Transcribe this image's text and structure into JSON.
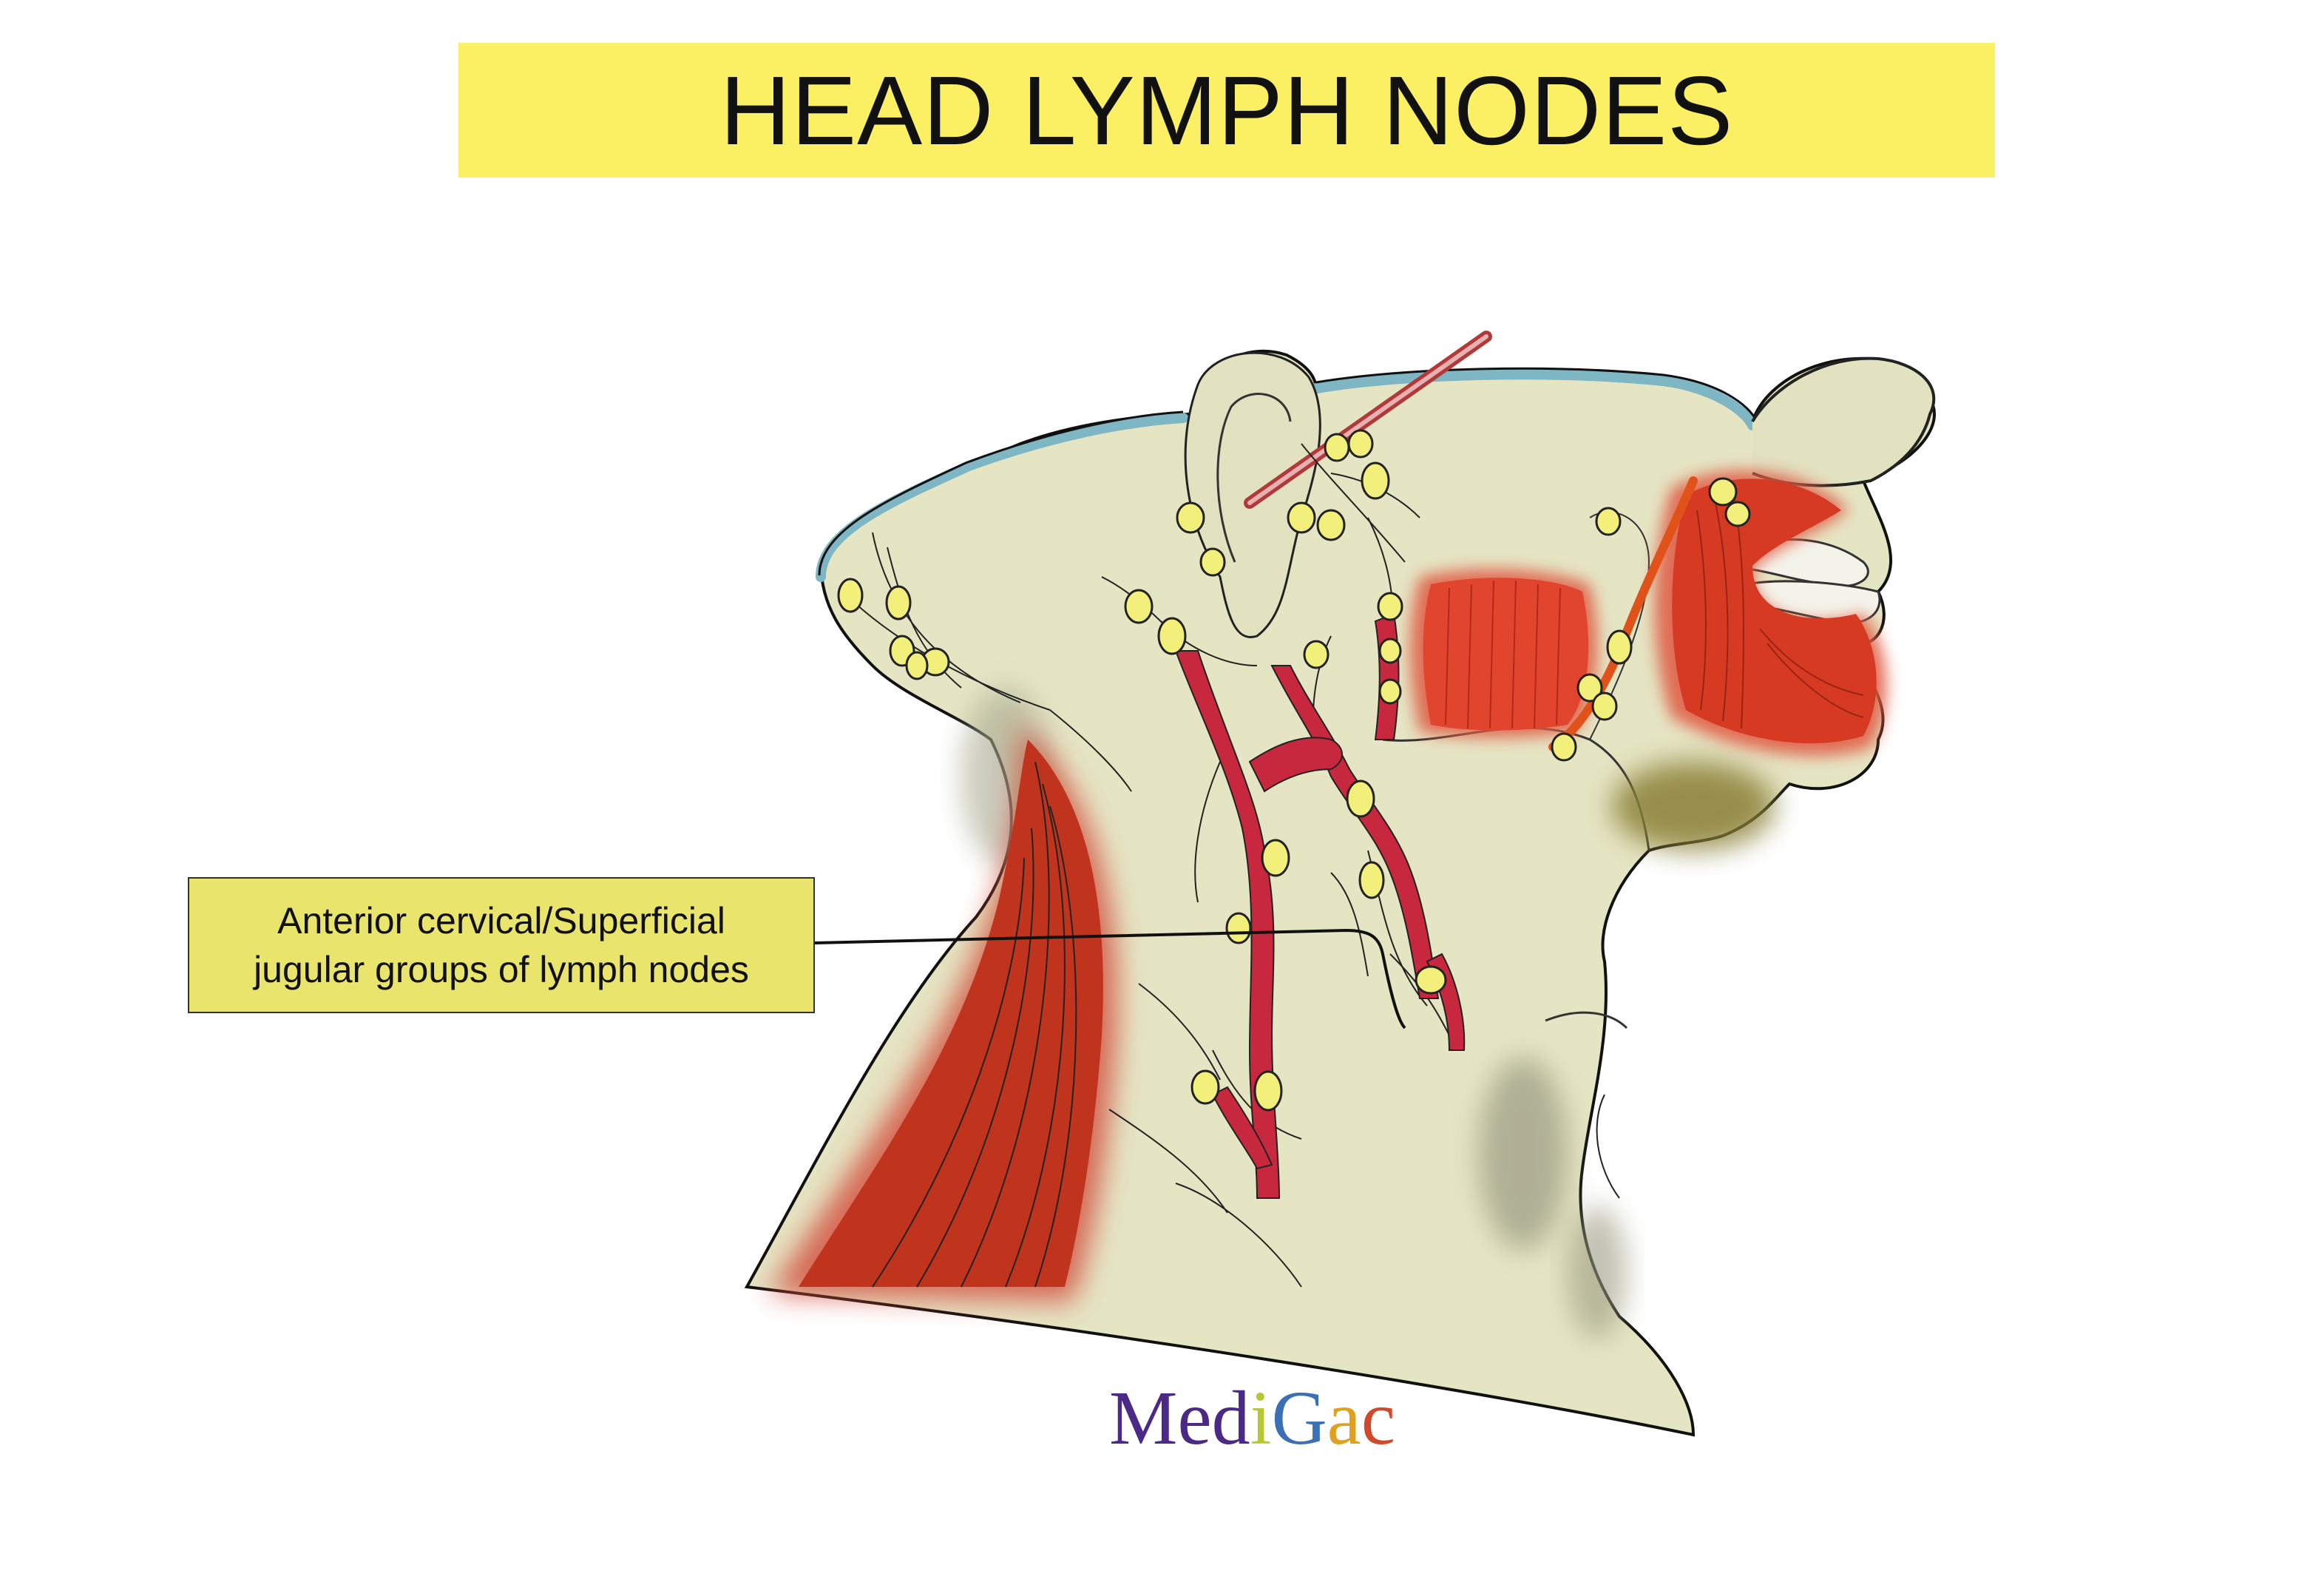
{
  "title": "HEAD LYMPH NODES",
  "label": {
    "line1": "Anterior cervical/Superficial",
    "line2": "jugular groups of lymph nodes"
  },
  "brand": {
    "letters": [
      {
        "text": "M",
        "color": "#4a2a86"
      },
      {
        "text": "e",
        "color": "#4a2a86"
      },
      {
        "text": "d",
        "color": "#4a2a86"
      },
      {
        "text": "i",
        "color": "#b6c82e"
      },
      {
        "text": "G",
        "color": "#3b6fb6"
      },
      {
        "text": "a",
        "color": "#e0a020"
      },
      {
        "text": "c",
        "color": "#d2482a"
      }
    ]
  },
  "colors": {
    "skin": "#e5e4c3",
    "muscle": "#c93a22",
    "vein": "#c8283e",
    "node_fill": "#f2f07a",
    "scalp_band": "#7fb6c4",
    "title_bg": "#fbf064"
  }
}
